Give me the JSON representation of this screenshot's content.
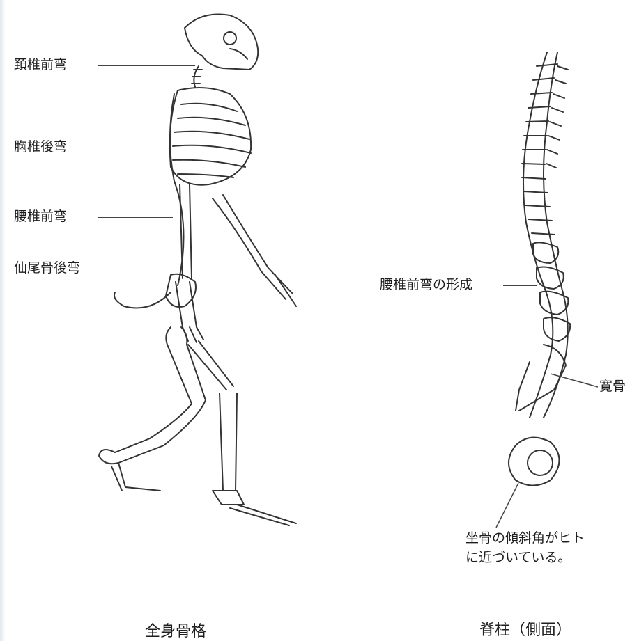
{
  "left_figure": {
    "labels": {
      "cervical": "頚椎前弯",
      "thoracic": "胸椎後弯",
      "lumbar": "腰椎前弯",
      "sacral": "仙尾骨後弯"
    },
    "caption": "全身骨格"
  },
  "right_figure": {
    "labels": {
      "lumbar_formation": "腰椎前弯の形成",
      "ilium": "寛骨",
      "ischium_line1": "坐骨の傾斜角がヒト",
      "ischium_line2": "に近づいている。"
    },
    "caption": "脊柱（側面）"
  }
}
